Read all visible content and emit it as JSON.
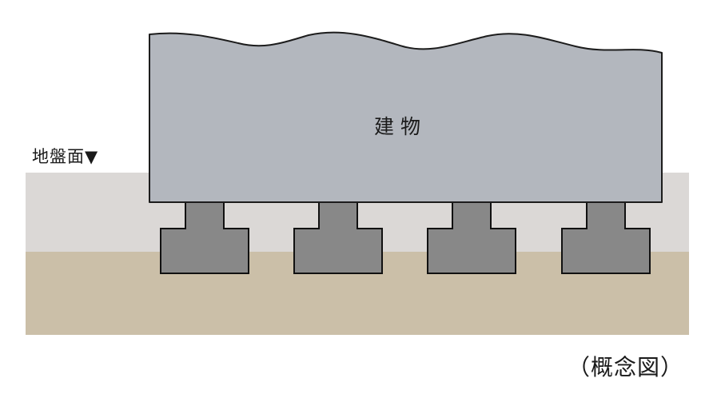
{
  "building_label": "建 物",
  "ground_surface_label": "地盤面▼",
  "caption": "（概念図）",
  "colors": {
    "building_fill": "#b3b7be",
    "building_stroke": "#1c1c1c",
    "ground_upper": "#dbd8d6",
    "ground_lower": "#cbbfa8",
    "footing_fill": "#888888",
    "footing_stroke": "#111111",
    "text": "#1a1a1a"
  },
  "footing_count": 4
}
